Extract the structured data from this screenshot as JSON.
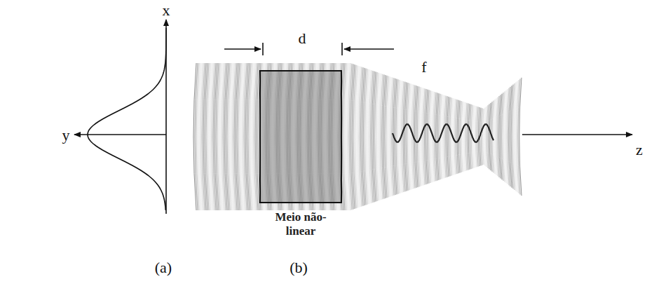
{
  "diagram": {
    "nodes": [
      {
        "text": [
          "Meio não-linear"
        ]
      }
    ],
    "labels": [
      "x",
      "y",
      "z",
      "d",
      "f",
      "(a)",
      "(b)"
    ]
  }
}
